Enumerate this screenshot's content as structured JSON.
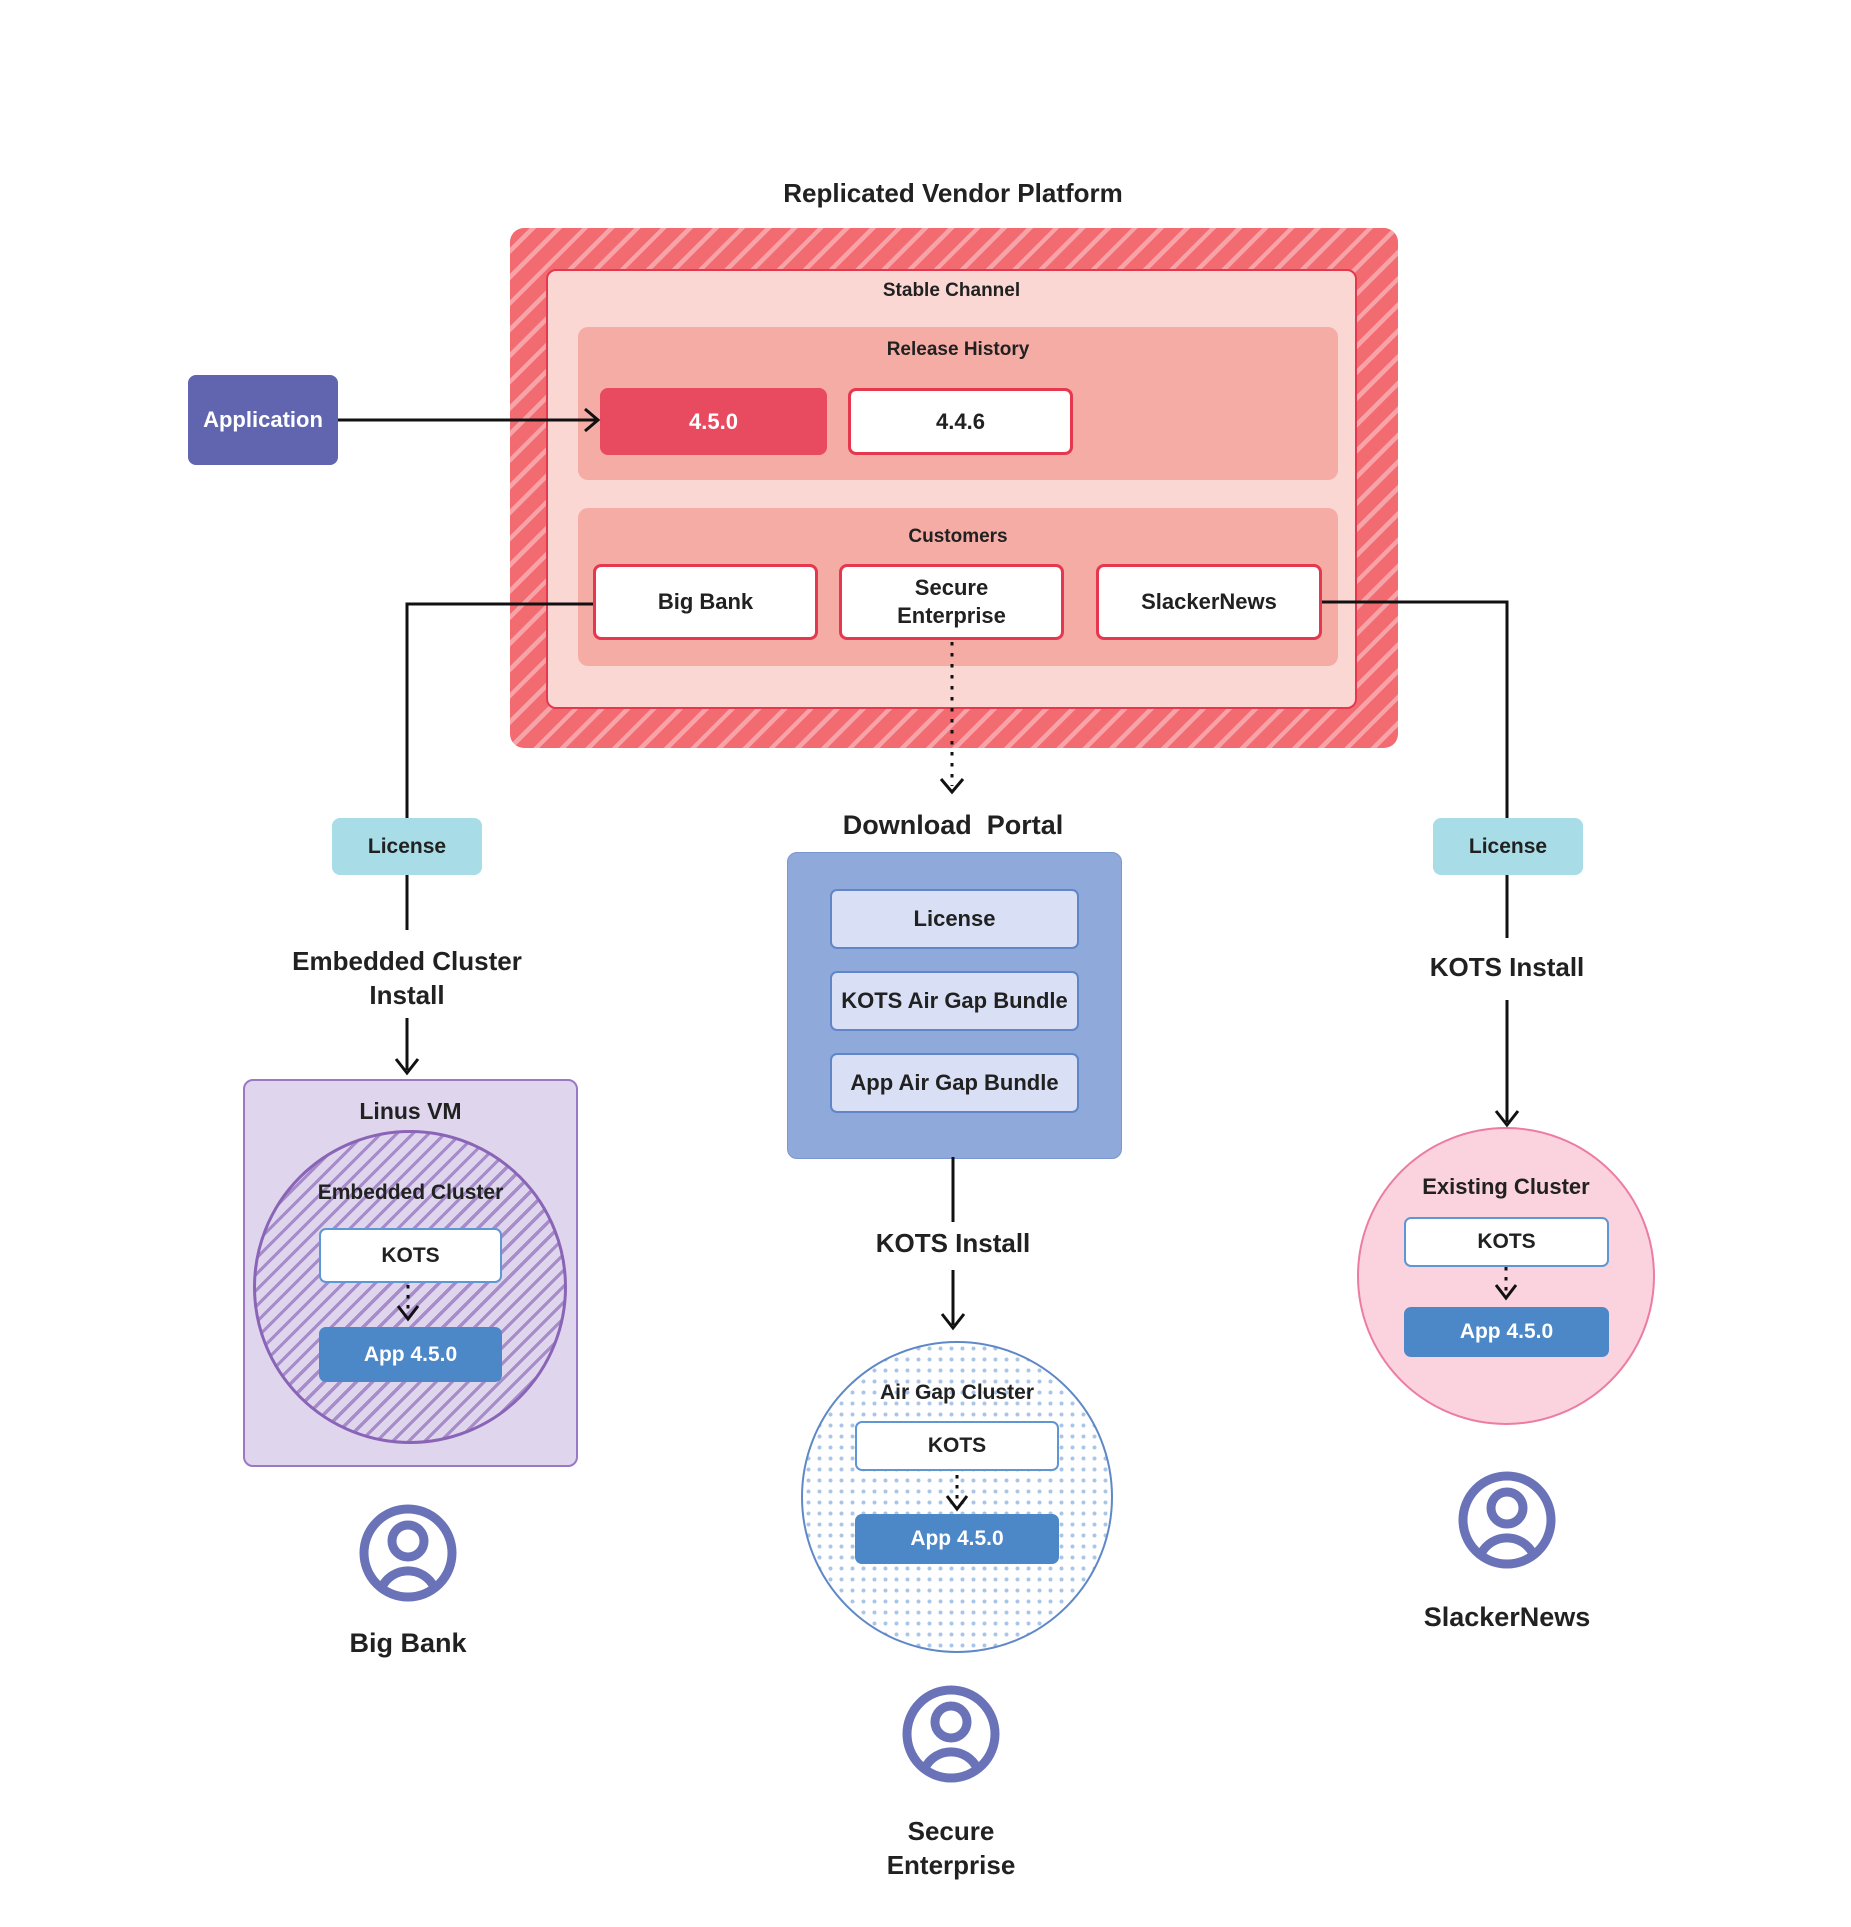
{
  "title": "Replicated Vendor Platform",
  "application_label": "Application",
  "platform": {
    "stable_channel_label": "Stable Channel",
    "release_history_label": "Release History",
    "releases": {
      "current": "4.5.0",
      "previous": "4.4.6"
    },
    "customers_label": "Customers",
    "customers": {
      "big_bank": "Big Bank",
      "secure_enterprise": "Secure\nEnterprise",
      "slackernews": "SlackerNews"
    }
  },
  "download_portal": {
    "title": "Download  Portal",
    "items": {
      "license": "License",
      "kots_bundle": "KOTS Air Gap Bundle",
      "app_bundle": "App Air Gap Bundle"
    }
  },
  "left_flow": {
    "license": "License",
    "install_label": "Embedded Cluster\nInstall",
    "vm_label": "Linus VM",
    "cluster_label": "Embedded Cluster",
    "kots": "KOTS",
    "app": "App 4.5.0",
    "user_label": "Big Bank"
  },
  "middle_flow": {
    "install_label": "KOTS Install",
    "cluster_label": "Air Gap Cluster",
    "kots": "KOTS",
    "app": "App 4.5.0",
    "user_label": "Secure\nEnterprise"
  },
  "right_flow": {
    "license": "License",
    "install_label": "KOTS Install",
    "cluster_label": "Existing Cluster",
    "kots": "KOTS",
    "app": "App 4.5.0",
    "user_label": "SlackerNews"
  },
  "colors": {
    "hatch_red": "#F26B71",
    "hatch_red_stripe": "#F7A3A8",
    "stable_fill": "#FBD7D3",
    "red_border": "#E5384F",
    "salmon_panel": "#F5ACA5",
    "release_current": "#E84A5F",
    "application_purple": "#6165B0",
    "license_teal": "#A8DCE6",
    "portal_blue": "#8FA9DB",
    "portal_item_fill": "#D9DFF4",
    "portal_item_border": "#6186C8",
    "kots_border_blue": "#5E97D3",
    "app_box_blue": "#4C87C8",
    "vm_lavender": "#DFD6EE",
    "vm_border_purple": "#9B77C6",
    "circle_hatch_purple": "#A68CCB",
    "airgap_border_blue": "#5E88C6",
    "airgap_dot_blue": "#A9C6E8",
    "existing_pink_fill": "#FAD3DF",
    "existing_pink_border": "#EC7CA2",
    "user_icon_purple": "#6A73B7",
    "connector_black": "#111111"
  }
}
